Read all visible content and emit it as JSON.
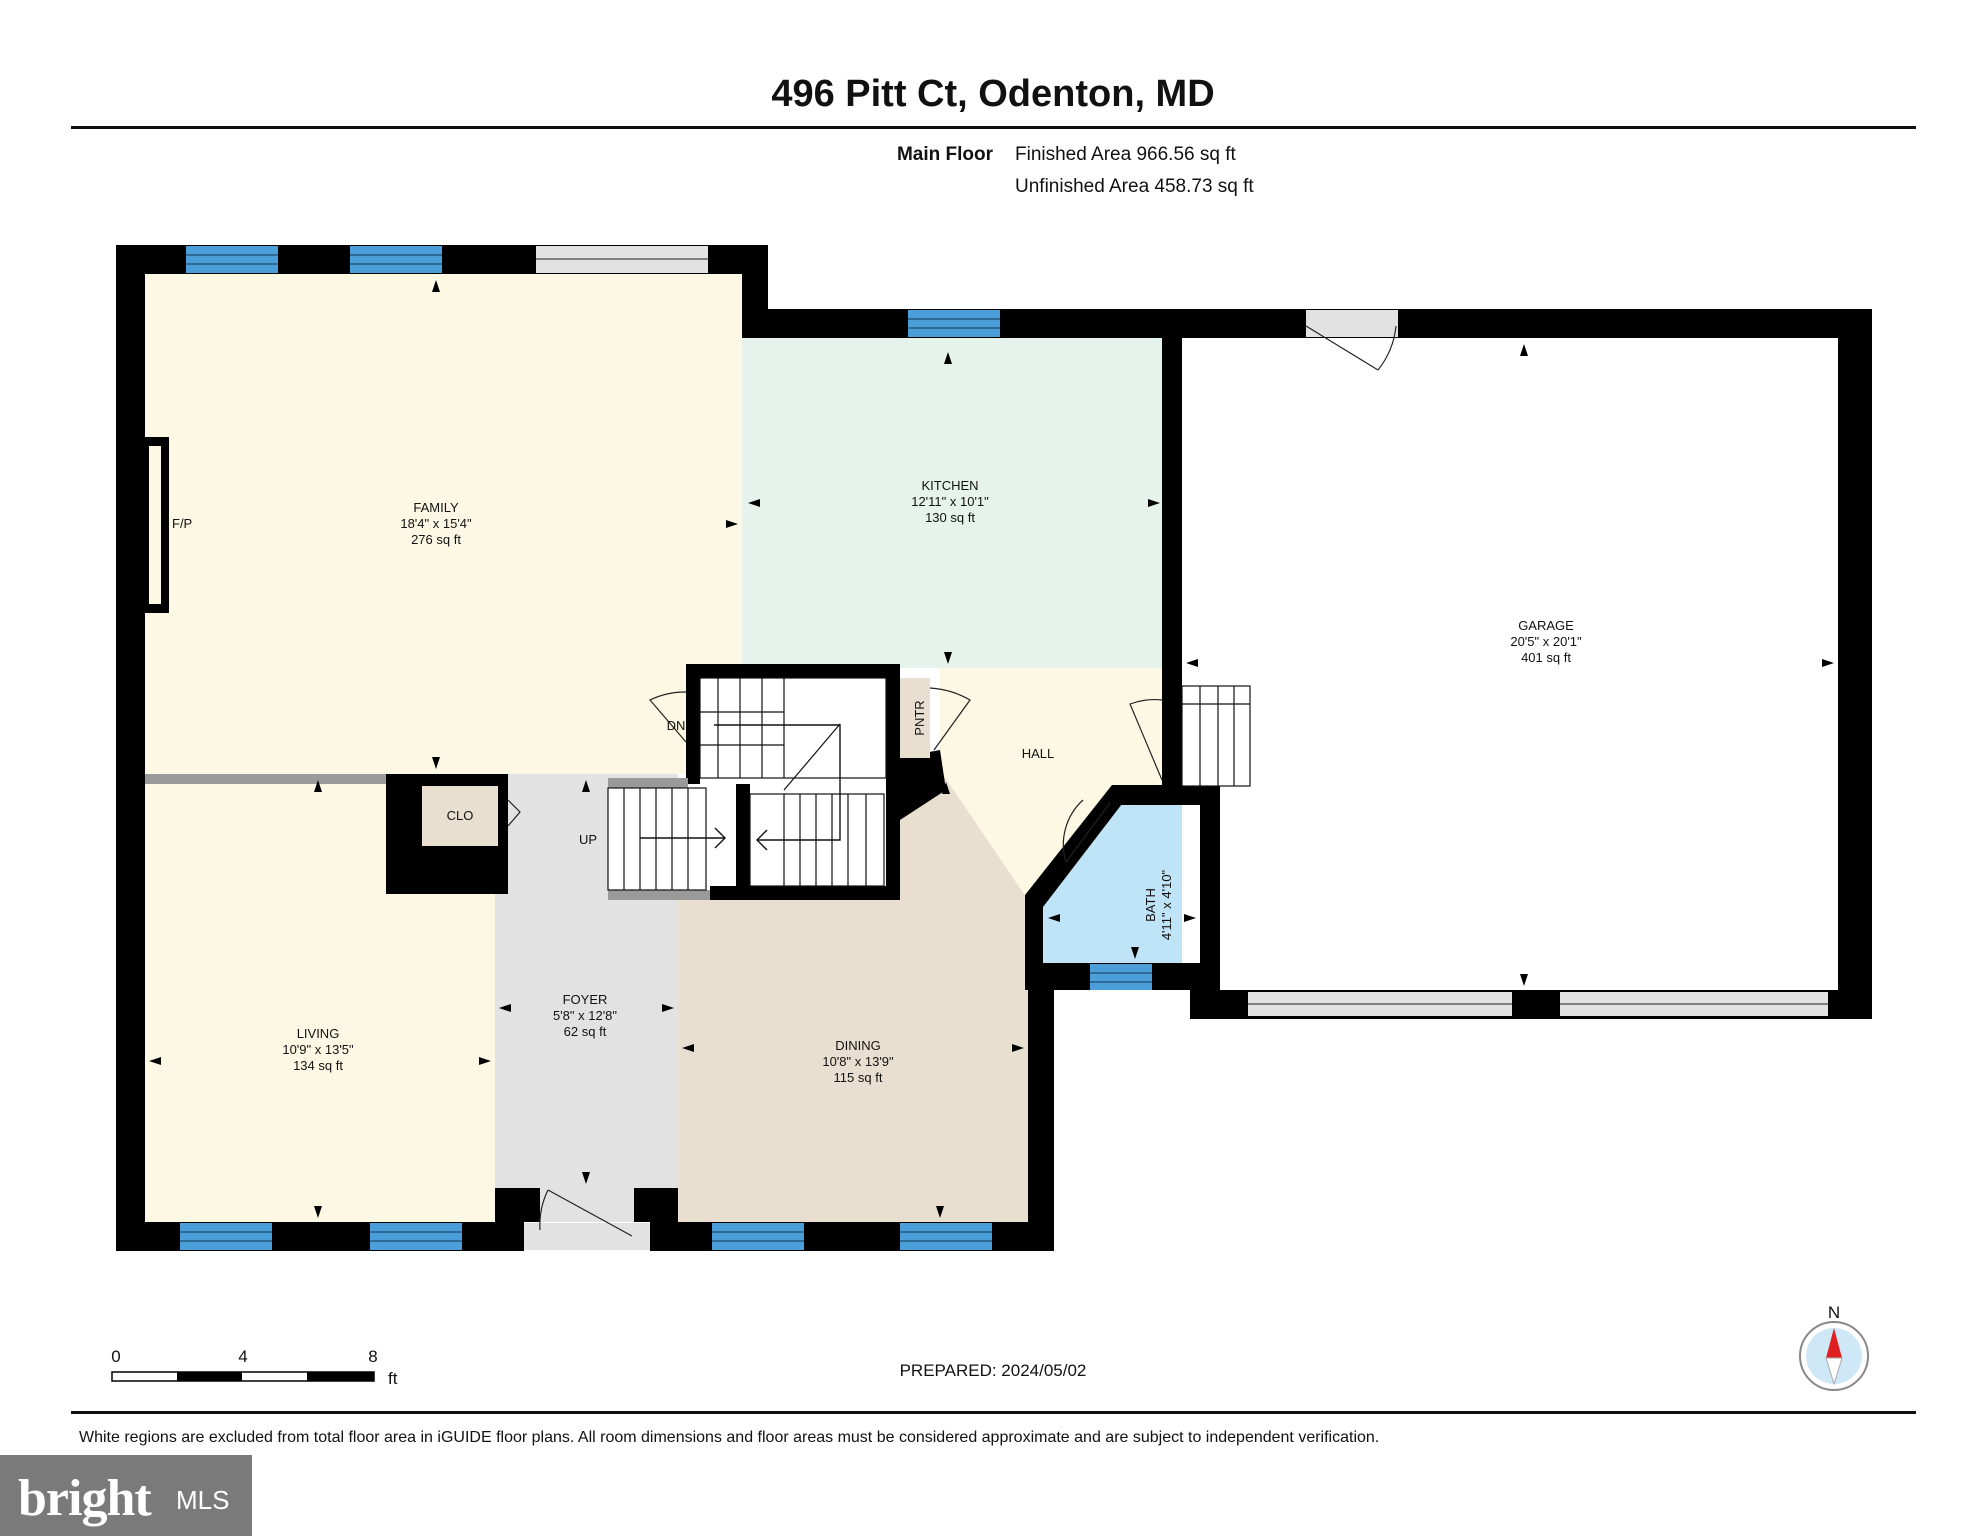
{
  "header": {
    "address": "496 Pitt Ct, Odenton, MD",
    "floor_label": "Main Floor",
    "finished_area": "Finished Area 966.56 sq ft",
    "unfinished_area": "Unfinished Area 458.73 sq ft"
  },
  "rooms": {
    "family": {
      "name": "FAMILY",
      "dims": "18'4\" x 15'4\"",
      "area": "276 sq ft"
    },
    "kitchen": {
      "name": "KITCHEN",
      "dims": "12'11\" x 10'1\"",
      "area": "130 sq ft"
    },
    "garage": {
      "name": "GARAGE",
      "dims": "20'5\" x 20'1\"",
      "area": "401 sq ft"
    },
    "living": {
      "name": "LIVING",
      "dims": "10'9\" x 13'5\"",
      "area": "134 sq ft"
    },
    "foyer": {
      "name": "FOYER",
      "dims": "5'8\" x 12'8\"",
      "area": "62 sq ft"
    },
    "dining": {
      "name": "DINING",
      "dims": "10'8\" x 13'9\"",
      "area": "115 sq ft"
    },
    "bath": {
      "name": "BATH",
      "dims": "4'11\" x 4'10\""
    }
  },
  "labels": {
    "fireplace": "F/P",
    "closet": "CLO",
    "pantry": "PNTR",
    "hall": "HALL",
    "stairs_up": "UP",
    "stairs_down": "DN"
  },
  "scale": {
    "ticks": [
      "0",
      "4",
      "8"
    ],
    "unit": "ft"
  },
  "prepared": "PREPARED: 2024/05/02",
  "compass": "N",
  "disclaimer": "White regions are excluded from total floor area in iGUIDE floor plans. All room dimensions and floor areas must be considered approximate and are subject to independent verification.",
  "watermark": {
    "brand": "bright",
    "suffix": "MLS"
  },
  "colors": {
    "family_fill": "#fdf8e3",
    "kitchen_fill": "#e6f3ec",
    "living_fill": "#fdf8e3",
    "foyer_fill": "#e2e2e2",
    "dining_fill": "#e8dfd0",
    "bath_fill": "#bfe3f7",
    "hall_fill": "#fdf8e3",
    "window": "#4a9fd8",
    "wall": "#000000"
  }
}
